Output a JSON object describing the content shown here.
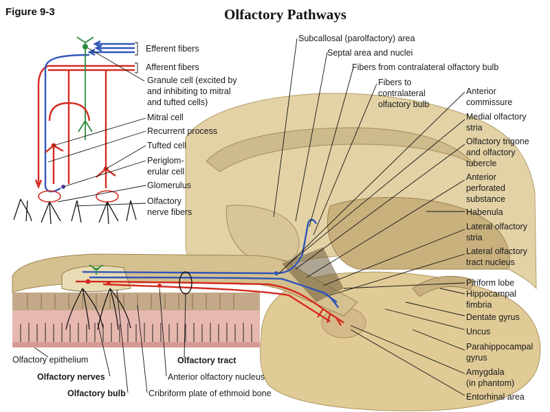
{
  "figure_number": "Figure 9-3",
  "title": "Olfactory Pathways",
  "colors": {
    "afferent": "#d42a1e",
    "efferent": "#2f55b8",
    "granule": "#2b8a3e",
    "tissue": "#e2d2a6"
  },
  "inset_labels": [
    "Efferent fibers",
    "Afferent fibers",
    "Granule cell (excited by",
    "and inhibiting to mitral",
    "and tufted cells)",
    "Mitral cell",
    "Recurrent process",
    "Tufted cell",
    "Periglom-",
    "erular cell",
    "Glomerulus",
    "Olfactory",
    "nerve fibers"
  ],
  "top_labels": [
    "Subcallosal (parolfactory) area",
    "Septal area and nuclei",
    "Fibers from contralateral olfactory bulb",
    "Fibers to",
    "contralateral",
    "olfactory bulb"
  ],
  "right_labels": [
    "Anterior",
    "commissure",
    "Medial olfactory",
    "stria",
    "Olfactory trigone",
    "and olfactory",
    "tubercle",
    "Anterior",
    "perforated",
    "substance",
    "Habenula",
    "Lateral olfactory",
    "stria",
    "Lateral olfactory",
    "tract nucleus",
    "Piriform lobe",
    "Hippocampal",
    "fimbria",
    "Dentate gyrus",
    "Uncus",
    "Parahippocampal",
    "gyrus",
    "Amygdala",
    "(in phantom)",
    "Entorhinal area"
  ],
  "bottom_labels": {
    "olfactory_epithelium": "Olfactory epithelium",
    "olfactory_tract": "Olfactory tract",
    "olfactory_nerves": "Olfactory nerves",
    "anterior_olfactory_nucleus": "Anterior olfactory nucleus",
    "olfactory_bulb": "Olfactory bulb",
    "cribriform_plate": "Cribriform plate of ethmoid bone"
  }
}
